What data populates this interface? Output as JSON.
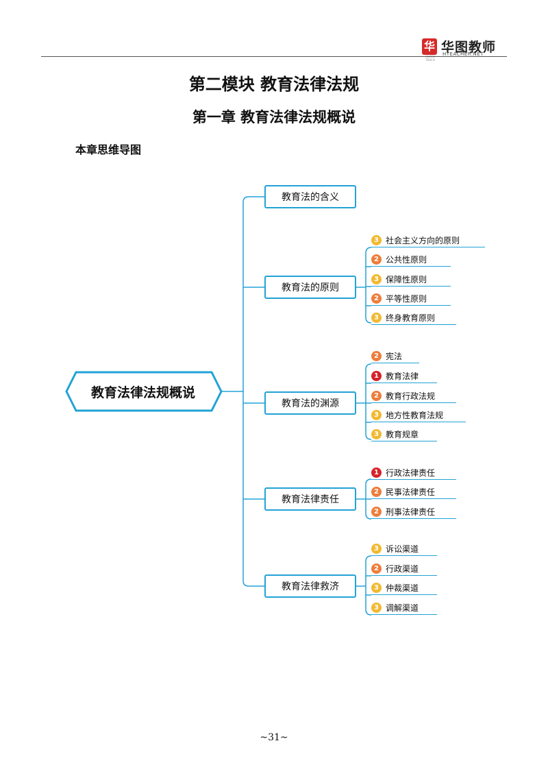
{
  "header": {
    "logo_mark": "华",
    "logo_name": "华图教师",
    "logo_en": "HTEACHER.NET",
    "logo_sub": "HUATU TEACH"
  },
  "titles": {
    "module": "第二模块  教育法律法规",
    "chapter": "第一章  教育法律法规概说",
    "section": "本章思维导图"
  },
  "mindmap": {
    "root": "教育法律法规概说",
    "branches": [
      {
        "label": "教育法的含义",
        "leaves": []
      },
      {
        "label": "教育法的原则",
        "leaves": [
          {
            "level": "3",
            "text": "社会主义方向的原则"
          },
          {
            "level": "2",
            "text": "公共性原则"
          },
          {
            "level": "3",
            "text": "保障性原则"
          },
          {
            "level": "2",
            "text": "平等性原则"
          },
          {
            "level": "3",
            "text": "终身教育原则"
          }
        ]
      },
      {
        "label": "教育法的渊源",
        "leaves": [
          {
            "level": "2",
            "text": "宪法"
          },
          {
            "level": "1",
            "text": "教育法律"
          },
          {
            "level": "2",
            "text": "教育行政法规"
          },
          {
            "level": "3",
            "text": "地方性教育法规"
          },
          {
            "level": "3",
            "text": "教育规章"
          }
        ]
      },
      {
        "label": "教育法律责任",
        "leaves": [
          {
            "level": "1",
            "text": "行政法律责任"
          },
          {
            "level": "2",
            "text": "民事法律责任"
          },
          {
            "level": "2",
            "text": "刑事法律责任"
          }
        ]
      },
      {
        "label": "教育法律救济",
        "leaves": [
          {
            "level": "3",
            "text": "诉讼渠道"
          },
          {
            "level": "2",
            "text": "行政渠道"
          },
          {
            "level": "3",
            "text": "仲裁渠道"
          },
          {
            "level": "3",
            "text": "调解渠道"
          }
        ]
      }
    ]
  },
  "footer": {
    "page_number": "~31~"
  },
  "colors": {
    "line": "#22a2d6",
    "level1": "#d6222a",
    "level2": "#ee7d3b",
    "level3": "#f2b930"
  }
}
